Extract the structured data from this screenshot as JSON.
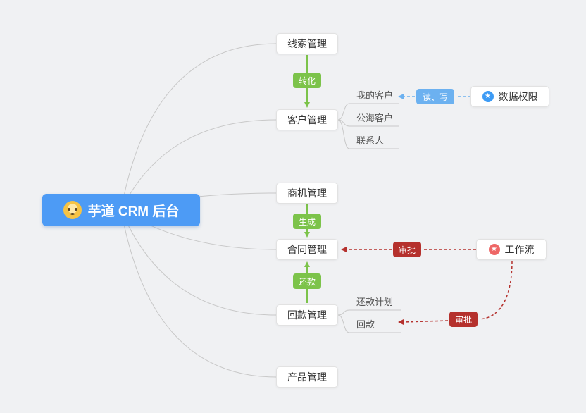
{
  "root": {
    "label": "芋道 CRM 后台"
  },
  "main_nodes": [
    {
      "label": "线索管理"
    },
    {
      "label": "客户管理"
    },
    {
      "label": "商机管理"
    },
    {
      "label": "合同管理"
    },
    {
      "label": "回款管理"
    },
    {
      "label": "产品管理"
    }
  ],
  "edge_badges": {
    "convert": "转化",
    "generate": "生成",
    "repay": "还款",
    "read_write": "读、写",
    "approve_contract": "审批",
    "approve_receivable": "审批"
  },
  "customer_children": [
    {
      "label": "我的客户"
    },
    {
      "label": "公海客户"
    },
    {
      "label": "联系人"
    }
  ],
  "receivable_children": [
    {
      "label": "还款计划"
    },
    {
      "label": "回款"
    }
  ],
  "side_nodes": {
    "data_permission": {
      "label": "数据权限"
    },
    "workflow": {
      "label": "工作流"
    }
  },
  "icons": {
    "star": "★"
  },
  "colors": {
    "root_bg": "#4d9bf5",
    "green": "#7cc34a",
    "blue_badge": "#6cb1f0",
    "red": "#b5312d",
    "data_permission_icon": "#3d9bf5",
    "workflow_icon": "#ee6766",
    "connector_gray": "#c8c8c8",
    "background": "#f0f1f3"
  }
}
